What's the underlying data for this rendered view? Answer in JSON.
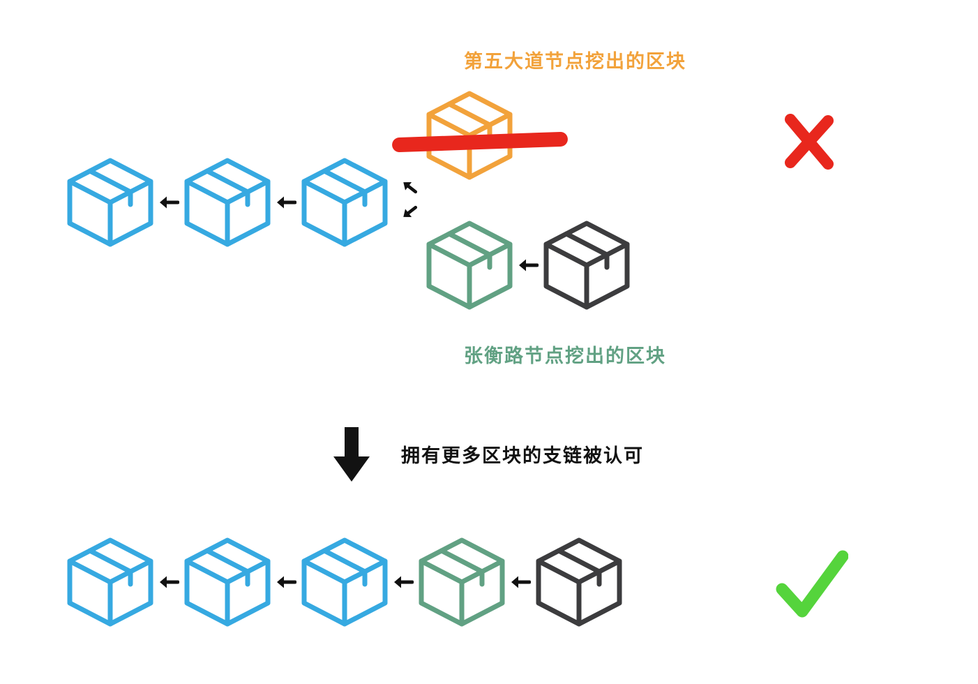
{
  "labels": {
    "orange_block_label": "第五大道节点挖出的区块",
    "green_block_label": "张衡路节点挖出的区块",
    "caption": "拥有更多区块的支链被认可"
  },
  "colors": {
    "blue": "#36A9E1",
    "orange": "#F2A23B",
    "green": "#61A183",
    "dark": "#3C3C3E",
    "red": "#E8271D",
    "check-green": "#55D43C",
    "arrow": "#111111"
  },
  "chains": {
    "top_main": [
      "blue",
      "blue",
      "blue"
    ],
    "orange_fork": [
      "orange"
    ],
    "green_fork": [
      "green",
      "dark"
    ],
    "bottom": [
      "blue",
      "blue",
      "blue",
      "green",
      "dark"
    ]
  },
  "icons": {
    "rejected": "x-mark-red",
    "accepted": "check-mark-green",
    "orange_block_strike": "red-brush-strikethrough",
    "transition": "down-arrow-black"
  }
}
